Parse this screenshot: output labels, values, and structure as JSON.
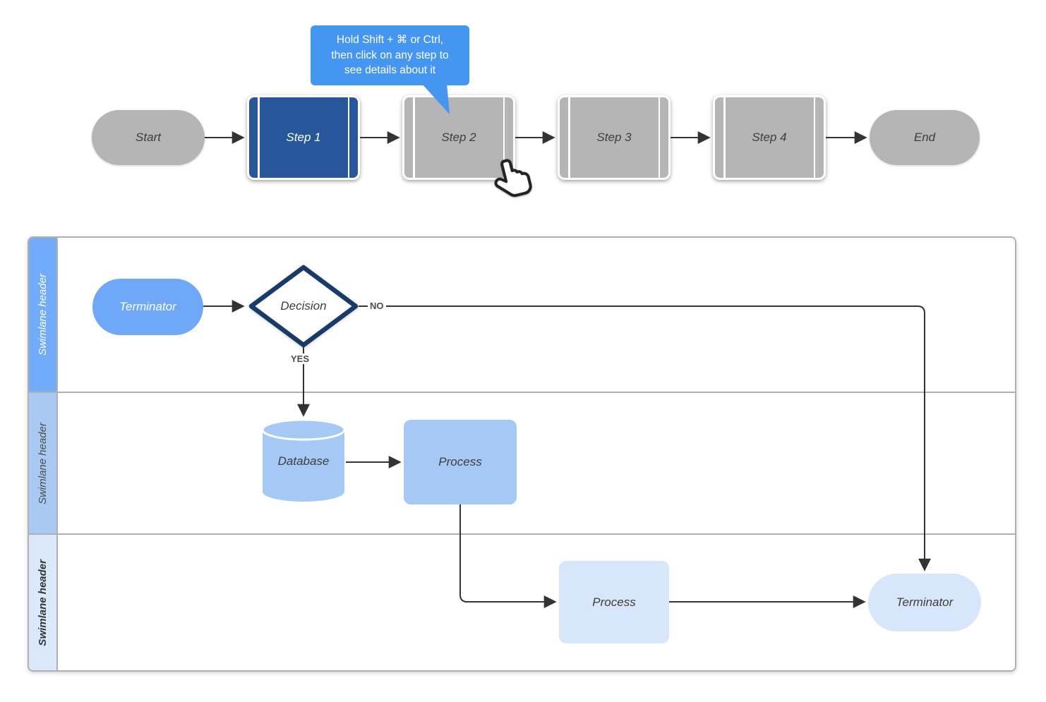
{
  "tooltip": {
    "lines": [
      "Hold Shift + ⌘ or Ctrl,",
      "then click on any step to",
      "see details about it"
    ],
    "background": "#4596f1",
    "text_color": "#ffffff"
  },
  "top_flow": {
    "start": {
      "label": "Start",
      "type": "terminator",
      "fill": "#b5b5b5"
    },
    "steps": [
      {
        "label": "Step 1",
        "type": "predefined-process",
        "fill": "#27579a",
        "text_color": "#ffffff",
        "selected": true
      },
      {
        "label": "Step 2",
        "type": "predefined-process",
        "fill": "#b5b5b5",
        "text_color": "#3d3d3d",
        "has_cursor": true
      },
      {
        "label": "Step 3",
        "type": "predefined-process",
        "fill": "#b5b5b5",
        "text_color": "#3d3d3d"
      },
      {
        "label": "Step 4",
        "type": "predefined-process",
        "fill": "#b5b5b5",
        "text_color": "#3d3d3d"
      }
    ],
    "end": {
      "label": "End",
      "type": "terminator",
      "fill": "#b5b5b5"
    }
  },
  "swimlanes": {
    "border_color": "#b0b0b0",
    "lanes": [
      {
        "header": "Swimlane header",
        "header_fill": "#72acf9",
        "header_text_color": "#ffffff"
      },
      {
        "header": "Swimlane header",
        "header_fill": "#a9c9f3",
        "header_text_color": "#4d4d4d"
      },
      {
        "header": "Swimlane header",
        "header_fill": "#dbe8fb",
        "header_text_color": "#333333"
      }
    ],
    "shapes": {
      "terminator_lane1": {
        "label": "Terminator",
        "fill": "#6fa8f6",
        "text_color": "#ffffff"
      },
      "decision": {
        "label": "Decision",
        "fill": "#ffffff",
        "border_color": "#1a3a67"
      },
      "database": {
        "label": "Database",
        "fill": "#a5c8f5"
      },
      "process_lane2": {
        "label": "Process",
        "fill": "#a5c8f5"
      },
      "process_lane3": {
        "label": "Process",
        "fill": "#d7e6fa"
      },
      "terminator_lane3": {
        "label": "Terminator",
        "fill": "#d7e6fa"
      }
    },
    "edge_labels": {
      "no": "NO",
      "yes": "YES"
    }
  }
}
